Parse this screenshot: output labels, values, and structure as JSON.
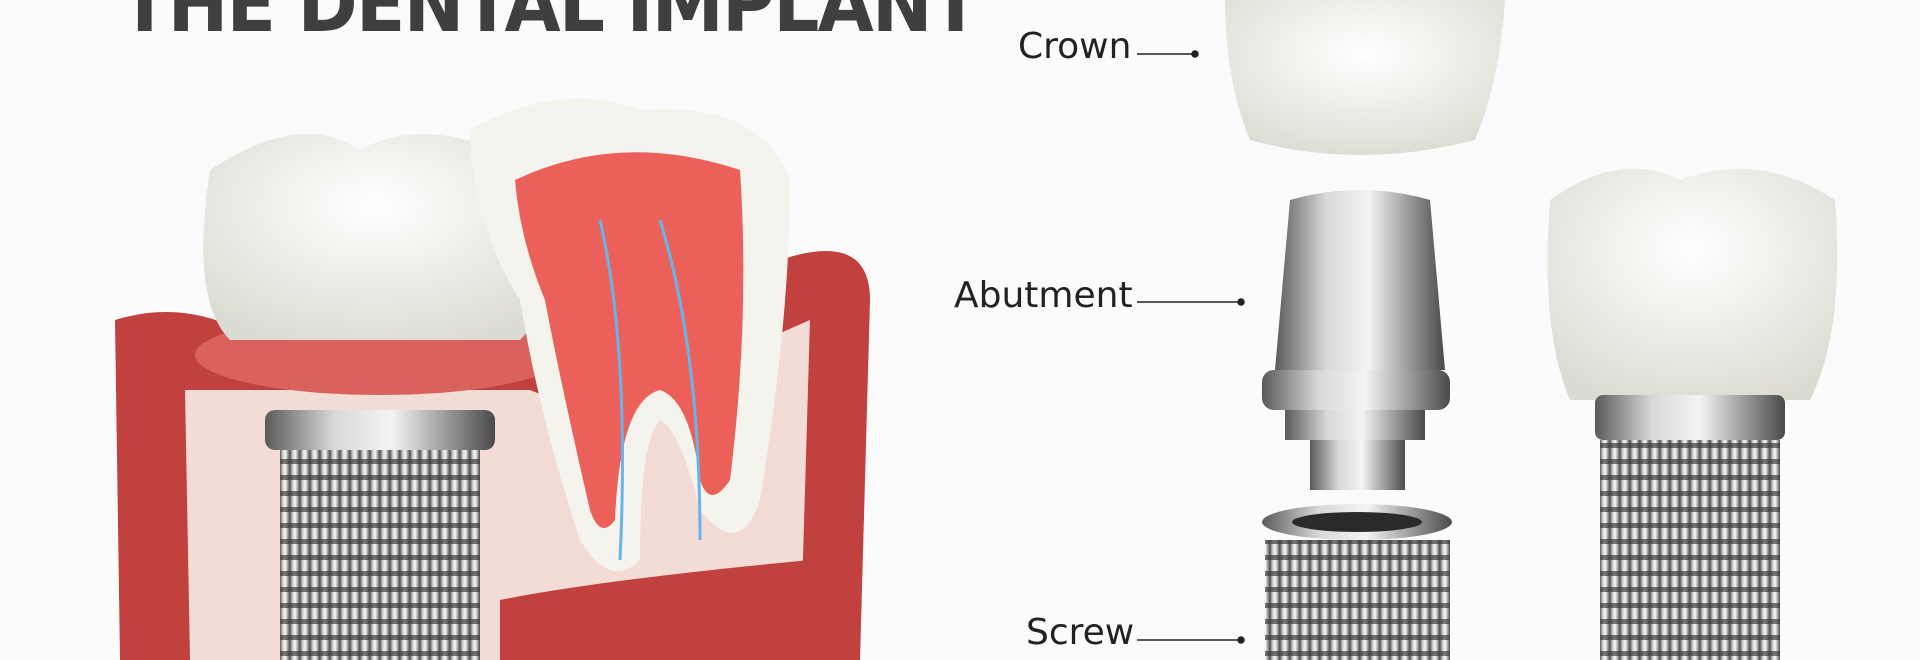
{
  "title": "THE DENTAL IMPLANT",
  "labels": {
    "crown": "Crown",
    "abutment": "Abutment",
    "screw": "Screw"
  },
  "colors": {
    "title": "#3f3f3d",
    "gum": "#c0413d",
    "bone": "#f3dcd6",
    "metal": "#9a9a9a",
    "tooth": "#f4f3ee"
  }
}
